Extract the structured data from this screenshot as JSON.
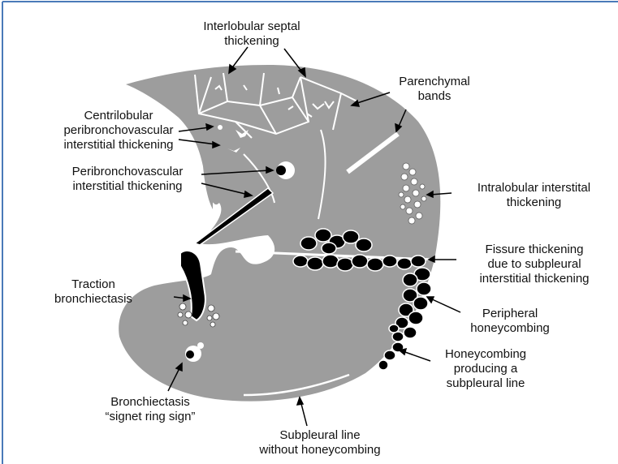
{
  "labels": {
    "interlobular_septal": "Interlobular septal\nthickening",
    "parenchymal_bands": "Parenchymal\nbands",
    "centrilobular": "Centrilobular\nperibronchovascular\ninterstitial thickening",
    "peribronchovascular": "Peribronchovascular\ninterstitial thickening",
    "intralobular": "Intralobular interstital\nthickening",
    "fissure": "Fissure thickening\ndue to subpleural\ninterstitial thickening",
    "traction": "Traction\nbronchiectasis",
    "peripheral_honeycombing": "Peripheral\nhoneycombing",
    "honeycombing_subpleural": "Honeycombing\nproducing a\nsubpleural line",
    "signet_ring": "Bronchiectasis\n“signet ring sign”",
    "subpleural_line": "Subpleural line\nwithout honeycombing"
  },
  "colors": {
    "lung": "#9d9d9d",
    "frame": "#4a7ab8",
    "ink": "#000000",
    "white": "#ffffff"
  }
}
